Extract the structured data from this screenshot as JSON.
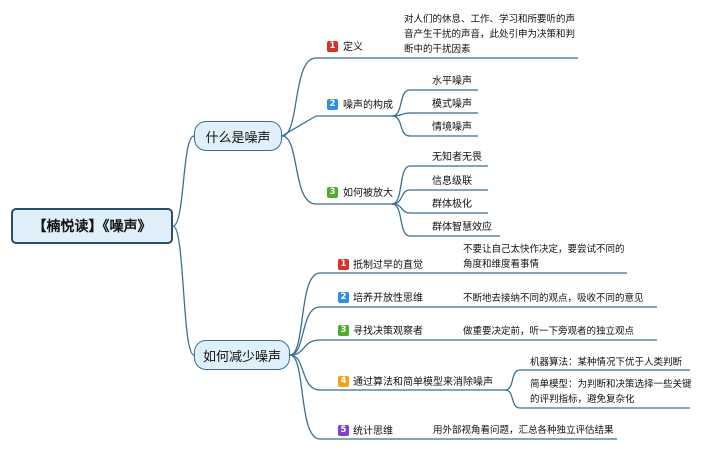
{
  "root": {
    "label": "【楠悦读】《噪声》"
  },
  "colors": {
    "line": "#3b6e95",
    "red": "#d6312b",
    "blue": "#2f8fe0",
    "green": "#4caf2a",
    "orange": "#f3a31b",
    "purple": "#7a45c8"
  },
  "branch1": {
    "label": "什么是噪声",
    "items": [
      {
        "num": "1",
        "label": "定义",
        "details": [
          "对人们的休息、工作、学习和所要听的声音产生干扰的声音，此处引申为决策和判断中的干扰因素"
        ]
      },
      {
        "num": "2",
        "label": "噪声的构成",
        "details": [
          "水平噪声",
          "模式噪声",
          "情境噪声"
        ]
      },
      {
        "num": "3",
        "label": "如何被放大",
        "details": [
          "无知者无畏",
          "信息级联",
          "群体极化",
          "群体智慧效应"
        ]
      }
    ]
  },
  "branch2": {
    "label": "如何减少噪声",
    "items": [
      {
        "num": "1",
        "label": "抵制过早的直觉",
        "details": [
          "不要让自己太快作决定，要尝试不同的角度和维度看事情"
        ]
      },
      {
        "num": "2",
        "label": "培养开放性思维",
        "details": [
          "不断地去接纳不同的观点，吸收不同的意见"
        ]
      },
      {
        "num": "3",
        "label": "寻找决策观察者",
        "details": [
          "做重要决定前，听一下旁观者的独立观点"
        ]
      },
      {
        "num": "4",
        "label": "通过算法和简单模型来消除噪声",
        "details": [
          "机器算法：某种情况下优于人类判断",
          "简单模型：为判断和决策选择一些关键的评判指标，避免复杂化"
        ]
      },
      {
        "num": "5",
        "label": "统计思维",
        "details": [
          "用外部视角看问题，汇总各种独立评估结果"
        ]
      }
    ]
  }
}
